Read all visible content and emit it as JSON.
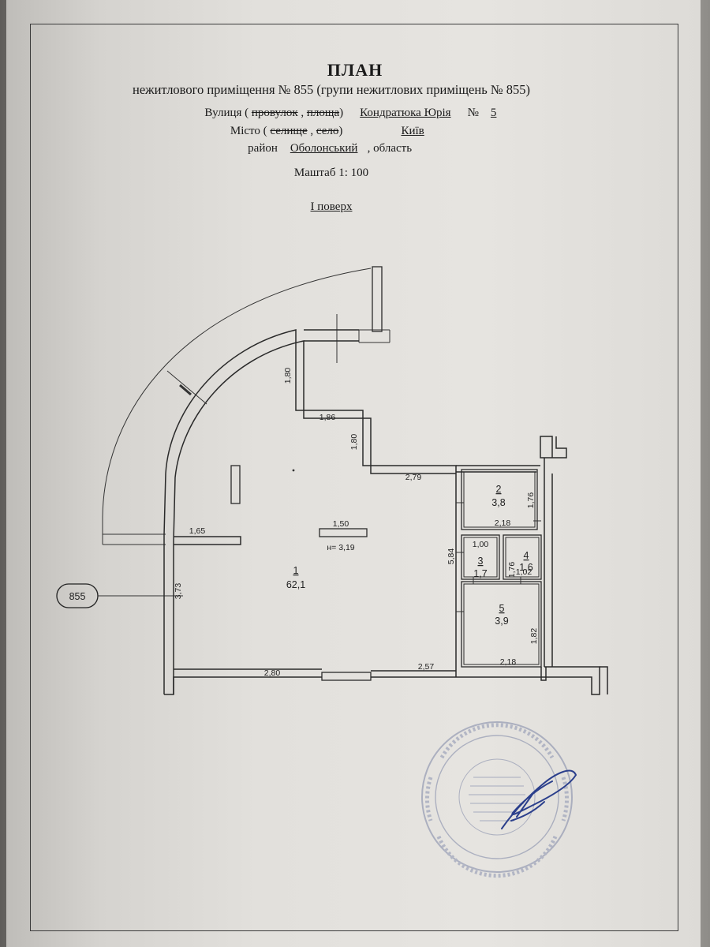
{
  "header": {
    "title": "ПЛАН",
    "subtitle": "нежитлового приміщення № 855 (групи нежитлових приміщень № 855)",
    "street_prefix": "Вулиця (",
    "street_struck_1": "провулок",
    "street_sep": ",",
    "street_struck_2": "площа",
    "street_close": ")",
    "street_value": "Кондратюка Юрія",
    "number_label": "№",
    "number_value": "5",
    "city_prefix": "Місто (",
    "city_struck_1": "селище",
    "city_sep": ",",
    "city_struck_2": "село",
    "city_close": ")",
    "city_value": "Київ",
    "district_label": "район",
    "district_value": "Оболонський",
    "region_label": ", область",
    "scale": "Маштаб 1: 100",
    "floor": "І поверх"
  },
  "plan": {
    "callout": "855",
    "height_note": "н= 3,19",
    "rooms": [
      {
        "number": "1",
        "area": "62,1"
      },
      {
        "number": "2",
        "area": "3,8"
      },
      {
        "number": "3",
        "area": "1,7"
      },
      {
        "number": "4",
        "area": "1,6"
      },
      {
        "number": "5",
        "area": "3,9"
      }
    ],
    "dimensions": {
      "d_1_80_top": "1,80",
      "d_1_86": "1,86",
      "d_1_80_mid": "1,80",
      "d_2_79": "2,79",
      "d_1_65": "1,65",
      "d_1_50": "1,50",
      "d_3_73": "3,73",
      "d_2_80": "2,80",
      "d_2_57": "2,57",
      "d_5_84": "5,84",
      "d_1_76_r2": "1,76",
      "d_2_18_r2": "2,18",
      "d_1_00": "1,00",
      "d_1_76_r4": "1,76",
      "d_1_02": "1,02",
      "d_1_82": "1,82",
      "d_2_18_r5": "2,18"
    }
  },
  "colors": {
    "paper": "#e3e1dd",
    "ink": "#1a1a1a",
    "stamp": "#7d86a6",
    "signature": "#2b3f8c"
  }
}
